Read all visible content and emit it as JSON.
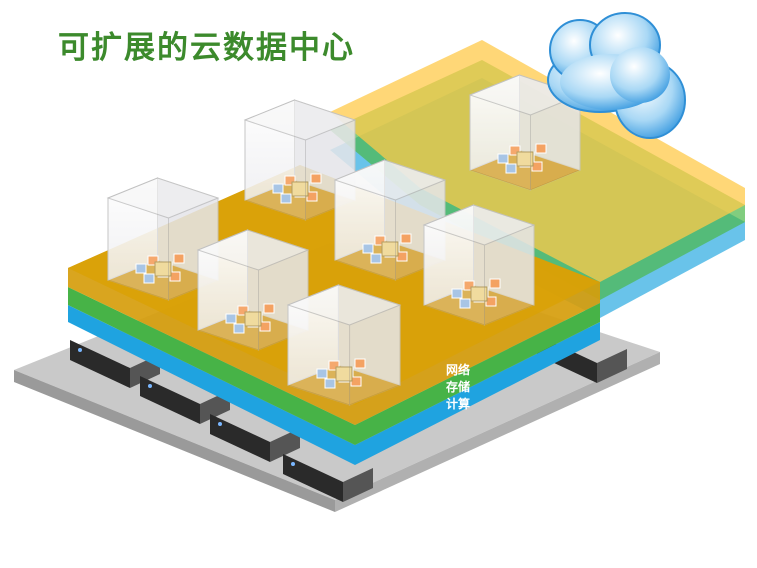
{
  "title": "可扩展的云数据中心",
  "layers": {
    "network": "网络",
    "storage": "存储",
    "compute": "计算"
  },
  "colors": {
    "title": "#3c8a2c",
    "network": "#d9a000",
    "storage": "#4cb848",
    "compute": "#29aae1",
    "base": "#c8c8c8"
  }
}
